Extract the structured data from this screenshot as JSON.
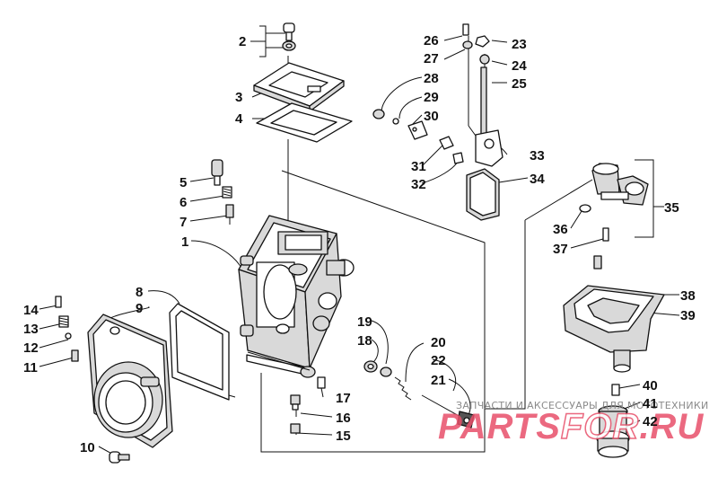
{
  "callouts": [
    {
      "id": "1",
      "label": "1"
    },
    {
      "id": "2",
      "label": "2"
    },
    {
      "id": "3",
      "label": "3"
    },
    {
      "id": "4",
      "label": "4"
    },
    {
      "id": "5",
      "label": "5"
    },
    {
      "id": "6",
      "label": "6"
    },
    {
      "id": "7",
      "label": "7"
    },
    {
      "id": "8",
      "label": "8"
    },
    {
      "id": "9",
      "label": "9"
    },
    {
      "id": "10",
      "label": "10"
    },
    {
      "id": "11",
      "label": "11"
    },
    {
      "id": "12",
      "label": "12"
    },
    {
      "id": "13",
      "label": "13"
    },
    {
      "id": "14",
      "label": "14"
    },
    {
      "id": "15",
      "label": "15"
    },
    {
      "id": "16",
      "label": "16"
    },
    {
      "id": "17",
      "label": "17"
    },
    {
      "id": "18",
      "label": "18"
    },
    {
      "id": "19",
      "label": "19"
    },
    {
      "id": "20",
      "label": "20"
    },
    {
      "id": "21",
      "label": "21"
    },
    {
      "id": "22",
      "label": "22"
    },
    {
      "id": "23",
      "label": "23"
    },
    {
      "id": "24",
      "label": "24"
    },
    {
      "id": "25",
      "label": "25"
    },
    {
      "id": "26",
      "label": "26"
    },
    {
      "id": "27",
      "label": "27"
    },
    {
      "id": "28",
      "label": "28"
    },
    {
      "id": "29",
      "label": "29"
    },
    {
      "id": "30",
      "label": "30"
    },
    {
      "id": "31",
      "label": "31"
    },
    {
      "id": "32",
      "label": "32"
    },
    {
      "id": "33",
      "label": "33"
    },
    {
      "id": "34",
      "label": "34"
    },
    {
      "id": "35",
      "label": "35"
    },
    {
      "id": "36",
      "label": "36"
    },
    {
      "id": "37",
      "label": "37"
    },
    {
      "id": "38",
      "label": "38"
    },
    {
      "id": "39",
      "label": "39"
    },
    {
      "id": "40",
      "label": "40"
    },
    {
      "id": "41",
      "label": "41"
    },
    {
      "id": "42",
      "label": "42"
    }
  ],
  "watermark": {
    "tagline": "ЗАПЧАСТИ И АКСЕССУАРЫ ДЛЯ МОТОТЕХНИКИ",
    "brand_main": "PARTS",
    "brand_mid": "FOR",
    "brand_tld": ".RU",
    "brand_color": "#e8506a"
  }
}
